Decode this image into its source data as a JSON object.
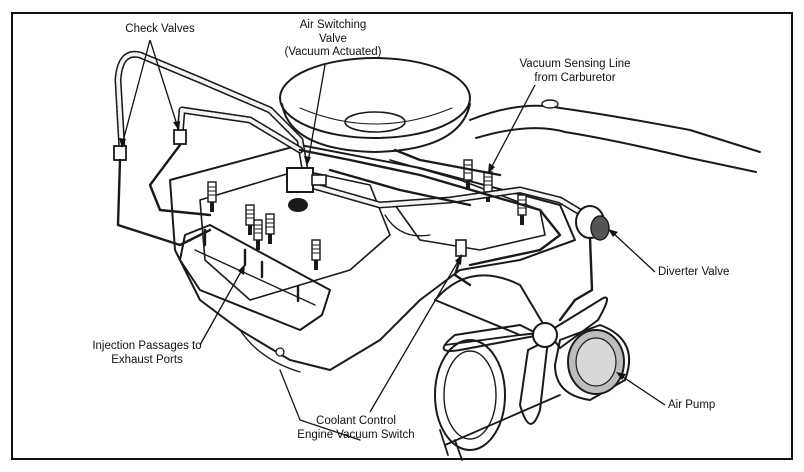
{
  "labels": {
    "check_valves": "Check Valves",
    "air_switching_valve": "Air Switching\nValve\n(Vacuum Actuated)",
    "vacuum_sensing_line": "Vacuum Sensing Line\nfrom Carburetor",
    "diverter_valve": "Diverter Valve",
    "injection_passages": "Injection Passages to\nExhaust Ports",
    "air_pump": "Air Pump",
    "coolant_control": "Coolant Control\nEngine Vacuum Switch"
  }
}
